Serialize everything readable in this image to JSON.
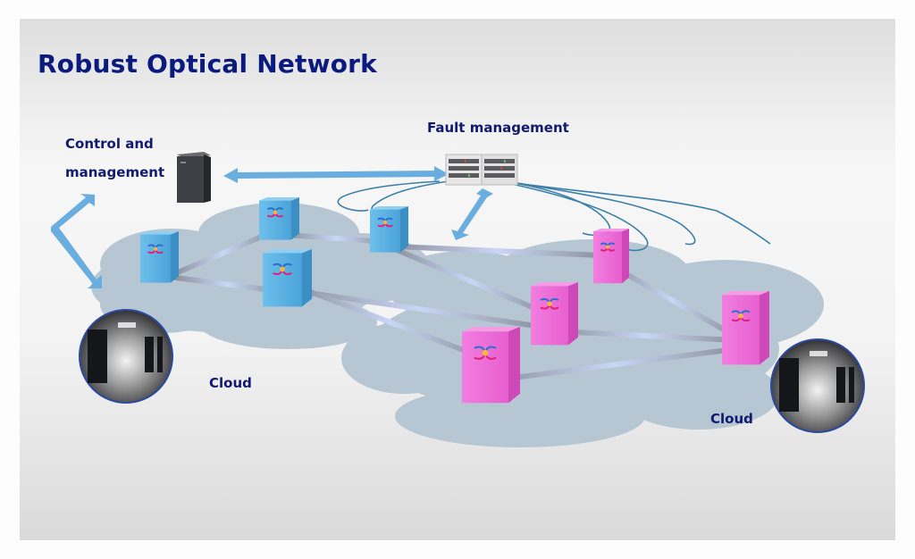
{
  "title": "Robust Optical Network",
  "labels": {
    "control": [
      "Control and",
      "management"
    ],
    "fault": "Fault management",
    "cloud_left": "Cloud",
    "cloud_right": "Cloud"
  },
  "colors": {
    "title": "#0a1a7e",
    "label": "#101a6e",
    "blue_node": "#5ab0e0",
    "pink_node": "#ee6ed6",
    "arrow": "#6aaee0",
    "cloud": "#b4c6d2",
    "link": "#8a8f9a"
  },
  "nodes": {
    "blue": [
      "blue-node-1",
      "blue-node-2",
      "blue-node-3",
      "blue-node-4"
    ],
    "pink": [
      "pink-node-1",
      "pink-node-2",
      "pink-node-3",
      "pink-node-4"
    ]
  }
}
